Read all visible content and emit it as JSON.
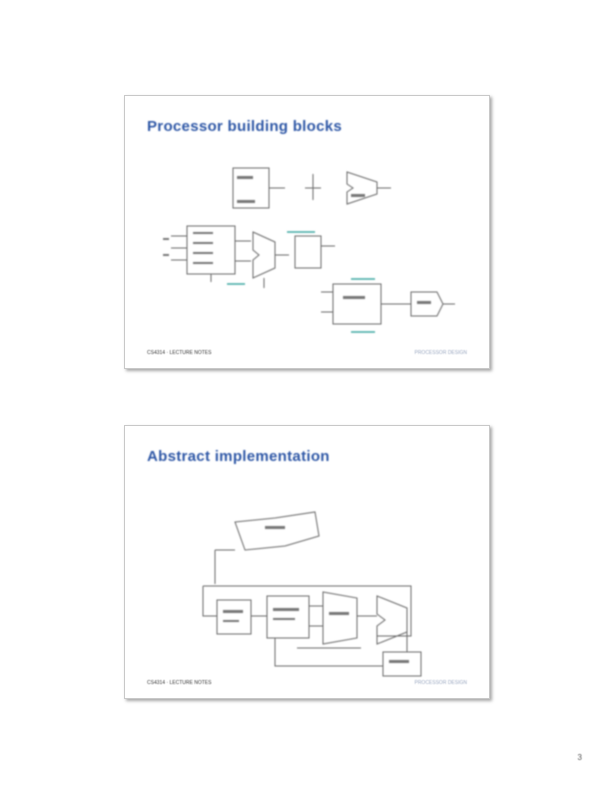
{
  "slides": [
    {
      "title": "Processor building blocks",
      "footer_left": "CS4314 · LECTURE NOTES",
      "footer_right": "PROCESSOR DESIGN"
    },
    {
      "title": "Abstract implementation",
      "footer_left": "CS4314 · LECTURE NOTES",
      "footer_right": "PROCESSOR DESIGN"
    }
  ],
  "page_number": "3",
  "colors": {
    "title": "#2e57a6",
    "accent_teal": "#3aa6a0",
    "line": "#555555"
  }
}
